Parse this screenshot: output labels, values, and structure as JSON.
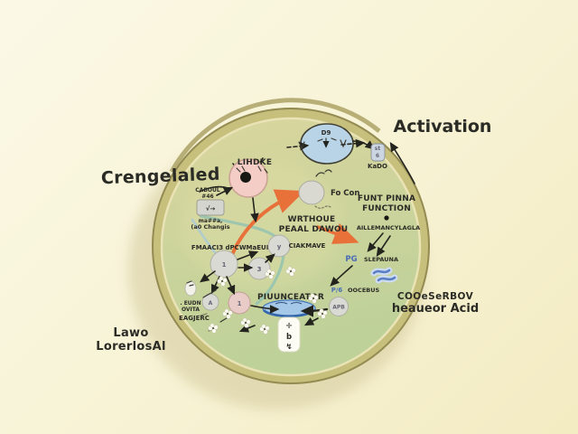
{
  "colors": {
    "background_top": "#fbf8e6",
    "background_bottom": "#f3ebc2",
    "membrane_band": "#c7bf7c",
    "membrane_edge": "#938b51",
    "cell_top": "#dad69e",
    "cell_bottom": "#bdd199",
    "nucleus_pink": "#f3cdc6",
    "organelle_blue": "#b9d4e6",
    "disc_blue": "#a5c8e8",
    "node_gray": "#dadad4",
    "arrow_orange": "#e8713a",
    "path_teal": "#94c3b2",
    "path_light_blue": "#a9c9da",
    "ink": "#2b2b26",
    "blue_text": "#4a6db5"
  },
  "outside": {
    "crengelaled": "Crengelaled",
    "activation": "Activation",
    "bottom_left_line1": "Lawo",
    "bottom_left_line2": "LorerlosAl",
    "bottom_right_line1": "COOeSeRBOV",
    "bottom_right_line2": "heaueor Acid"
  },
  "cell": {
    "nucleus_label": "LIHDKE",
    "organelle_glyph": "D9",
    "kado_glyph1": "st",
    "kado_glyph2": "6",
    "kado_label": "KaDO",
    "focon_label": "Fo Con",
    "center_title1": "WRTHOUE",
    "center_title2": "PEAAL DAWOU",
    "funt1": "FUNT PINNA",
    "funt2": "FUNCTION",
    "aille": "AILLEMANCYLAGLA",
    "pg_glyph": "PG",
    "slepauna": "SLEPAUNA",
    "pr_glyph": "P/6",
    "oocebus": "OOCEBUS",
    "apb_glyph": "APB",
    "pilunceator": "PIUUNCEATOR",
    "carbon1": "CABOUL",
    "carbon2": "#46",
    "box_glyph": "√→",
    "changes1": "ma##a,",
    "changes2": "(a0 Changis",
    "pmaaci": "FMAACI3 dPCWMaEUIE",
    "ciakmave": "CIAKMAVE",
    "eudn1": ". EUDN",
    "eudn2": "OVITA",
    "eagjerc": "EAGJERC",
    "node_a": "1",
    "node_b": "3",
    "node_c": "y",
    "node_d": "1",
    "node_e": "A",
    "pump1": "✛",
    "pump2": "b",
    "pump3": "↯"
  }
}
